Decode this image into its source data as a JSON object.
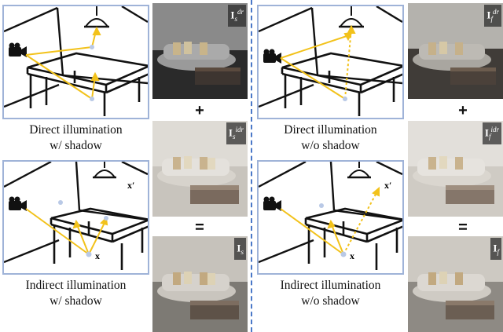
{
  "left": {
    "top_caption": [
      "Direct illumination",
      "w/ shadow"
    ],
    "bottom_caption": [
      "Indirect illumination",
      "w/ shadow"
    ],
    "tags": {
      "direct": {
        "base": "I",
        "sub": "s",
        "sup": "dr"
      },
      "indirect": {
        "base": "I",
        "sub": "s",
        "sup": "idr"
      },
      "result": {
        "base": "I",
        "sub": "s",
        "sup": ""
      }
    },
    "op_plus": "+",
    "op_equals": "="
  },
  "right": {
    "top_caption": [
      "Direct illumination",
      "w/o shadow"
    ],
    "bottom_caption": [
      "Indirect illumination",
      "w/o shadow"
    ],
    "tags": {
      "direct": {
        "base": "I",
        "sub": "f",
        "sup": "dr"
      },
      "indirect": {
        "base": "I",
        "sub": "f",
        "sup": "idr"
      },
      "result": {
        "base": "I",
        "sub": "f",
        "sup": ""
      }
    },
    "op_plus": "+",
    "op_equals": "="
  },
  "labels": {
    "x": "x",
    "x_prime": "x′"
  },
  "colors": {
    "ray": "#f2c21b",
    "panel_border": "#9fb3d8",
    "divider": "#4a78c8",
    "point": "#b9c9e6"
  },
  "icons": [
    "camera-icon",
    "lamp-icon"
  ]
}
